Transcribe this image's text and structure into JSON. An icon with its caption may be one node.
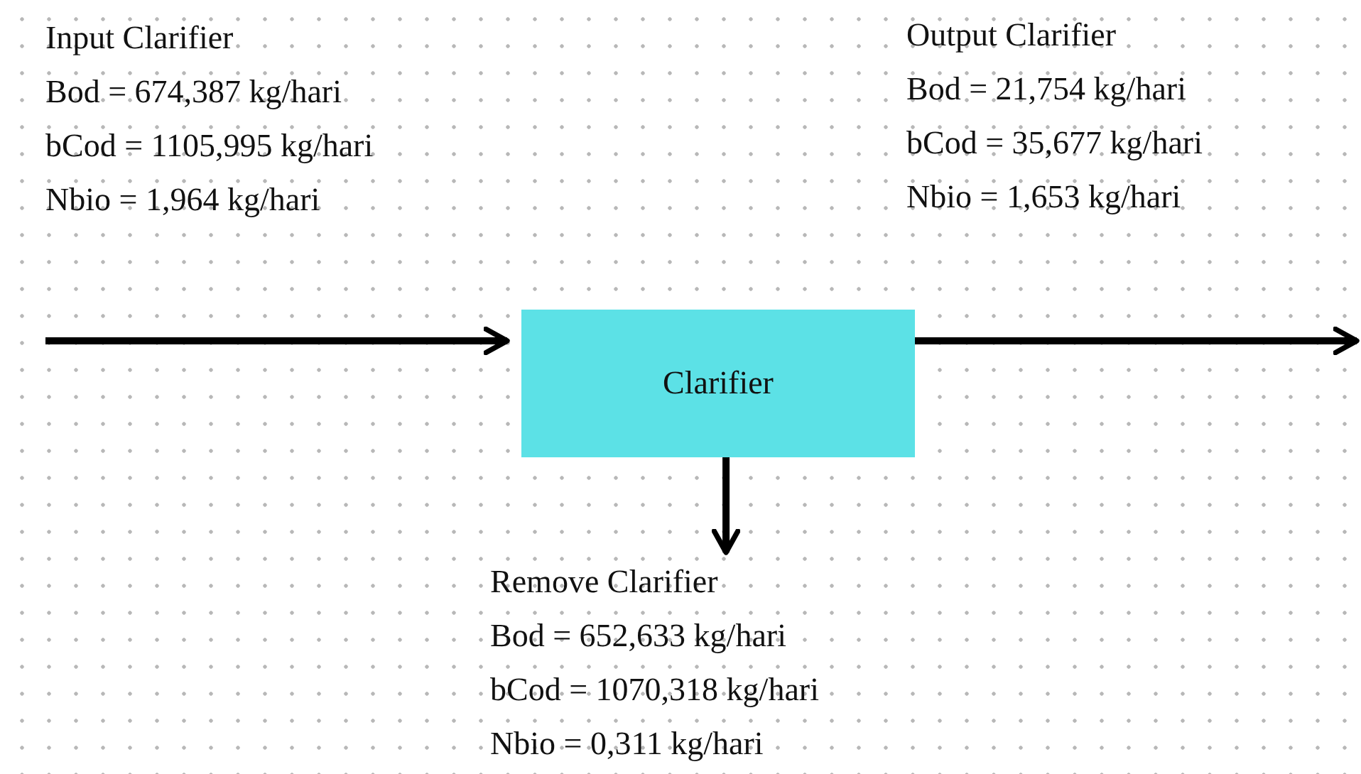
{
  "diagram": {
    "nodes": [
      {
        "text": [
          "Clarifier"
        ]
      },
      {
        "text": [
          "Remove Clarifier",
          "Bod = 652,633 kg/hari",
          "bCod = 1070,318 kg/hari",
          "Nbio = 0,311 kg/hari"
        ]
      }
    ],
    "edges": [
      {
        "from": null,
        "to": 0,
        "arrow": "to"
      },
      {
        "from": 0,
        "to": null,
        "arrow": "to"
      },
      {
        "from": 0,
        "to": 1,
        "arrow": "to"
      }
    ],
    "labels": [
      "Input Clarifier",
      "Bod = 674,387 kg/hari",
      "bCod = 1105,995 kg/hari",
      "Nbio = 1,964 kg/hari",
      "Output Clarifier",
      "Bod = 21,754 kg/hari",
      "bCod = 35,677 kg/hari",
      "Nbio = 1,653 kg/hari"
    ]
  }
}
